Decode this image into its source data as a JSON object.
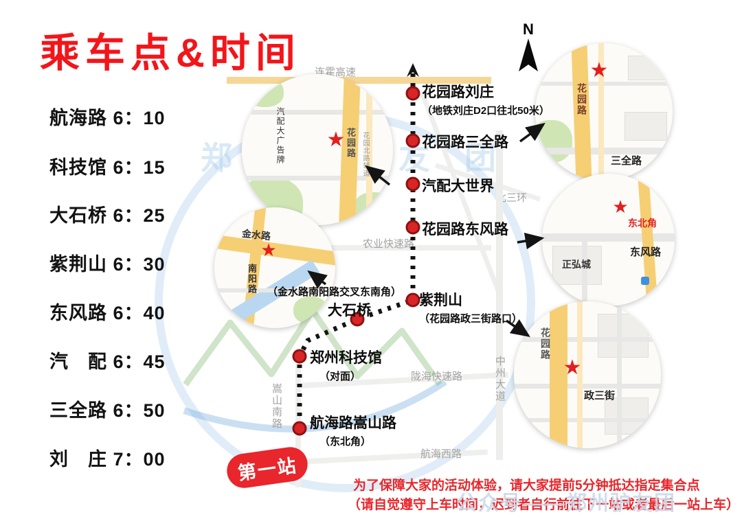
{
  "title": "乘车点&时间",
  "north_label": "N",
  "icons": {
    "star": "★"
  },
  "schedule": [
    {
      "label": "航海路 6：10"
    },
    {
      "label": "科技馆 6：15"
    },
    {
      "label": "大石桥 6：25"
    },
    {
      "label": "紫荆山 6：30"
    },
    {
      "label": "东风路 6：40"
    },
    {
      "label": "汽　配 6：45"
    },
    {
      "label": "三全路 6：50"
    },
    {
      "label": "刘　庄 7：00"
    }
  ],
  "route_stops": [
    {
      "name": "花园路刘庄",
      "note": "（地铁刘庄D2口往北50米）"
    },
    {
      "name": "花园路三全路"
    },
    {
      "name": "汽配大世界"
    },
    {
      "name": "花园路东风路"
    },
    {
      "name": "紫荆山",
      "note": "（花园路政三街路口）"
    },
    {
      "name": "大石桥"
    },
    {
      "name": "郑州科技馆",
      "note": "（对面）"
    },
    {
      "name": "航海路嵩山路",
      "note": "（东北角）"
    }
  ],
  "insets": {
    "qipei": {
      "labels": {
        "ad_board": "汽配大广告牌",
        "huayuan_road": "花园路",
        "fulu": "花园北路辅道"
      }
    },
    "jinshui": {
      "labels": {
        "jinshui_road": "金水路",
        "nanyang_road": "南阳路"
      },
      "caption": "（金水路南阳路交叉东南角）"
    },
    "sanquan": {
      "labels": {
        "huayuan_road": "花园路",
        "sanquan_road": "三全路"
      }
    },
    "dongfeng": {
      "labels": {
        "corner": "东北角",
        "dongfeng_road": "东风路",
        "zhenghong_city": "正弘城"
      }
    },
    "zhengsanjie": {
      "labels": {
        "huayuan_road": "花园路",
        "zhengsanjie_road": "政三街"
      }
    }
  },
  "base_roads": {
    "lianhuo": "连霍高速",
    "beisanhuan": "北三环",
    "nongye": "农业快速路",
    "longhai": "陇海快速路",
    "hanghaixi": "航海西路",
    "zhongzhou": "中州大道",
    "songshan": "嵩山南路"
  },
  "badge_first_station": "第一站",
  "notice": {
    "line1": "为了保障大家的活动体验，请大家提前5分钟抵达指定集合点",
    "line2": "（请自觉遵守上车时间，迟到者自行前往下一站或者最后一站上车）"
  },
  "watermarks": {
    "center": "郑州驴友团",
    "bottom_right": "公众号——郑州驴友团"
  },
  "colors": {
    "title_red": "#f2151a",
    "notice_red": "#e8262b",
    "badge_red": "#e8262b",
    "stop_dot_red": "#d92525",
    "star_red": "#e31e1e",
    "route_black": "#141414",
    "road_yellow": "#f6cf74",
    "water_blue": "#b9d7f0",
    "park_green": "#cfe6b4"
  }
}
